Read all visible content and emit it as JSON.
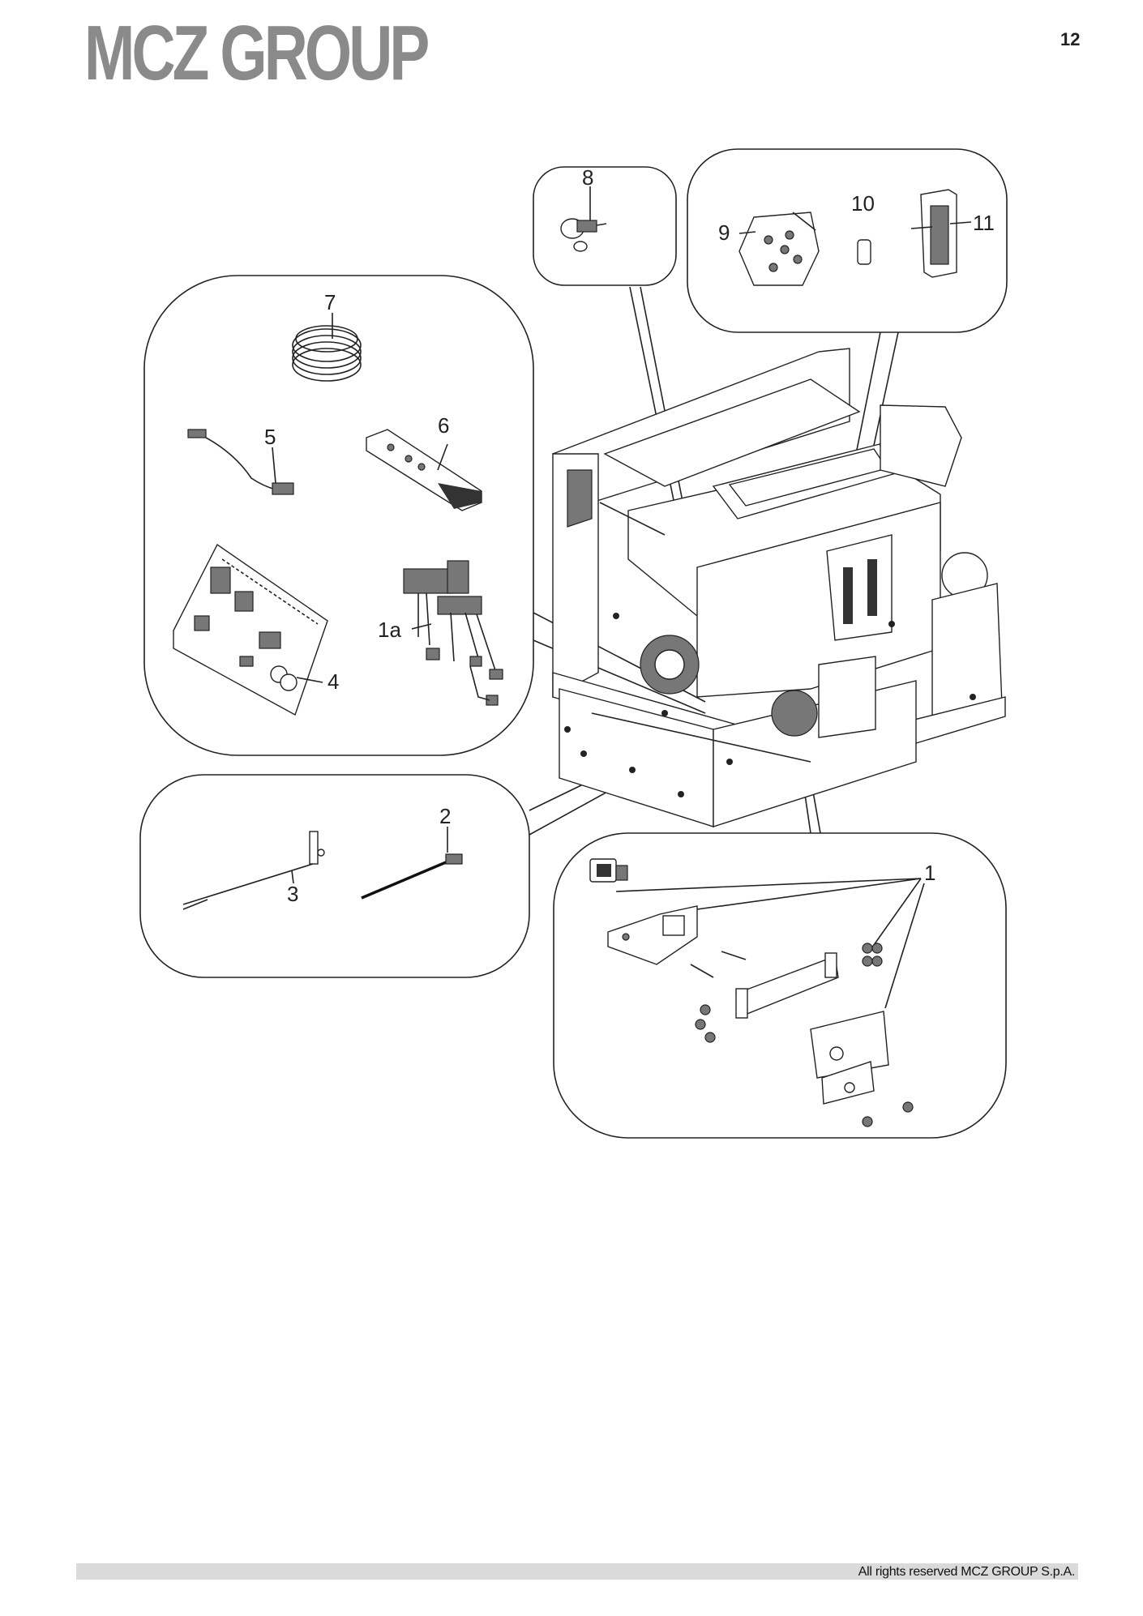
{
  "header": {
    "logo_text": "MCZ GROUP",
    "page_number": "12"
  },
  "diagram": {
    "callouts": {
      "c1": "1",
      "c1a": "1a",
      "c2": "2",
      "c3": "3",
      "c4": "4",
      "c5": "5",
      "c6": "6",
      "c7": "7",
      "c8": "8",
      "c9": "9",
      "c10": "10",
      "c11": "11"
    }
  },
  "footer": {
    "copyright": "All rights reserved MCZ GROUP S.p.A."
  },
  "colors": {
    "logo": "#8a8a8a",
    "footer_bar": "#dadada"
  }
}
